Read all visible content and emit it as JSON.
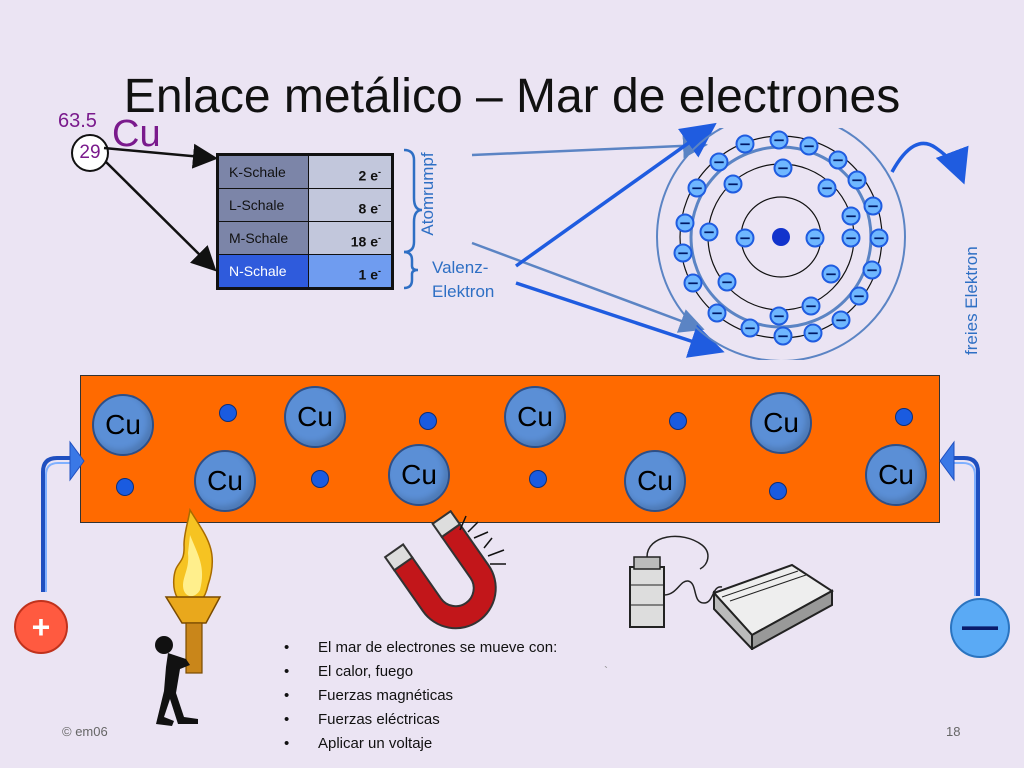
{
  "title": "Enlace metálico – Mar de electrones",
  "element": {
    "mass": "63.5",
    "symbol": "Cu",
    "number": "29"
  },
  "shells": [
    {
      "name": "K-Schale",
      "count": "2 e",
      "sup": "-"
    },
    {
      "name": "L-Schale",
      "count": "8 e",
      "sup": "-"
    },
    {
      "name": "M-Schale",
      "count": "18 e",
      "sup": "-"
    },
    {
      "name": "N-Schale",
      "count": "1 e",
      "sup": "-"
    }
  ],
  "labels": {
    "atomrumpf": "Atomrumpf",
    "valenz_1": "Valenz-",
    "valenz_2": "Elektron",
    "freies": "freies Elektron"
  },
  "bar": {
    "ion_label": "Cu"
  },
  "electron_sign": "−",
  "terminals": {
    "plus": "+",
    "minus": "—"
  },
  "bullets": [
    "El mar de electrones se mueve con:",
    "El calor, fuego",
    "Fuerzas magnéticas",
    "Fuerzas eléctricas",
    "Aplicar un voltaje"
  ],
  "footer": {
    "copyright": "© em06",
    "page": "18",
    "tick": "`"
  },
  "colors": {
    "background": "#ebe4f3",
    "bar": "#ff6a00",
    "ion": "#5b8fd6",
    "electron": "#1a5be0",
    "label": "#2e6fc4",
    "element": "#7a1a8c"
  },
  "icons": [
    "torch-icon",
    "stick-figure-icon",
    "magnet-icon",
    "electric-device-icon",
    "electron-orbit-diagram"
  ]
}
